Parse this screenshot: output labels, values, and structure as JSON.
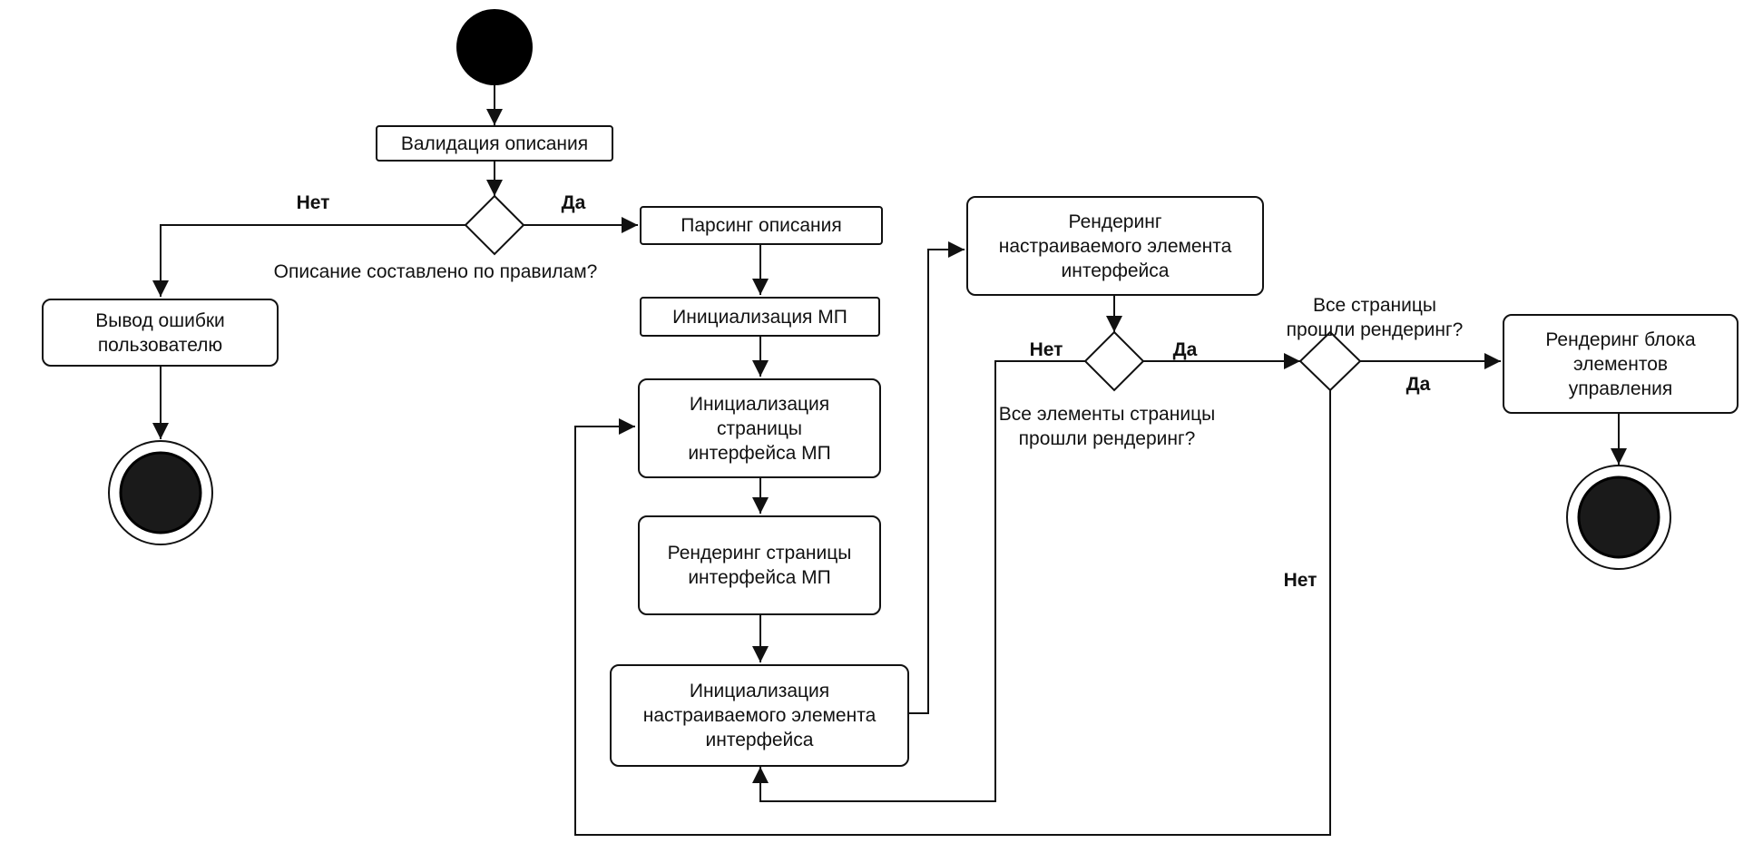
{
  "diagram": {
    "nodes": {
      "validation": "Валидация описания",
      "parsing": "Парсинг описания",
      "error_output": "Вывод ошибки\nпользователю",
      "init_mp": "Инициализация МП",
      "init_page": "Инициализация\nстраницы\nинтерфейса МП",
      "render_page": "Рендеринг страницы\nинтерфейса МП",
      "init_element": "Инициализация\nнастраиваемого элемента\nинтерфейса",
      "render_element": "Рендеринг\nнастраиваемого элемента\nинтерфейса",
      "render_controls": "Рендеринг блока\nэлементов\nуправления"
    },
    "decisions": {
      "rules_question": "Описание составлено по правилам?",
      "elements_question": "Все элементы страницы\nпрошли рендеринг?",
      "pages_question": "Все страницы\nпрошли рендеринг?"
    },
    "branch_labels": {
      "no": "Нет",
      "yes": "Да"
    }
  }
}
